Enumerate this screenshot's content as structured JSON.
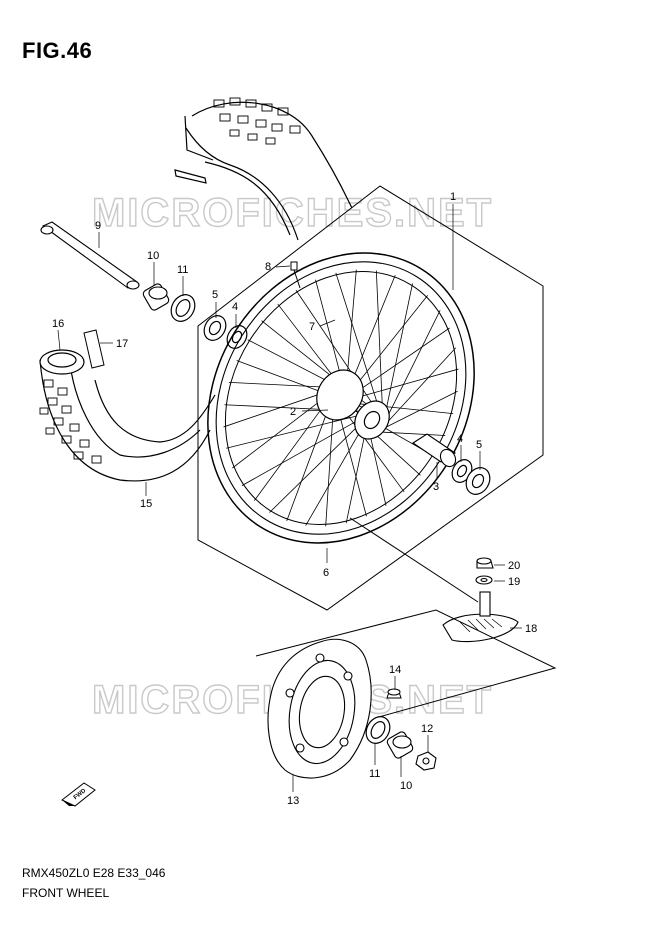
{
  "figure": {
    "title": "FIG.46",
    "code": "RMX450ZL0 E28 E33_046",
    "name": "FRONT WHEEL"
  },
  "watermark": "MICROFICHES.NET",
  "fwd_label": "FWD",
  "callouts": [
    {
      "id": "c1",
      "label": "1"
    },
    {
      "id": "c2",
      "label": "2"
    },
    {
      "id": "c3",
      "label": "3"
    },
    {
      "id": "c4a",
      "label": "4"
    },
    {
      "id": "c4b",
      "label": "4"
    },
    {
      "id": "c5a",
      "label": "5"
    },
    {
      "id": "c5b",
      "label": "5"
    },
    {
      "id": "c6",
      "label": "6"
    },
    {
      "id": "c7",
      "label": "7"
    },
    {
      "id": "c8",
      "label": "8"
    },
    {
      "id": "c9",
      "label": "9"
    },
    {
      "id": "c10a",
      "label": "10"
    },
    {
      "id": "c10b",
      "label": "10"
    },
    {
      "id": "c11a",
      "label": "11"
    },
    {
      "id": "c11b",
      "label": "11"
    },
    {
      "id": "c12",
      "label": "12"
    },
    {
      "id": "c13",
      "label": "13"
    },
    {
      "id": "c14",
      "label": "14"
    },
    {
      "id": "c15",
      "label": "15"
    },
    {
      "id": "c16",
      "label": "16"
    },
    {
      "id": "c17",
      "label": "17"
    },
    {
      "id": "c18",
      "label": "18"
    },
    {
      "id": "c19",
      "label": "19"
    },
    {
      "id": "c20",
      "label": "20"
    }
  ]
}
